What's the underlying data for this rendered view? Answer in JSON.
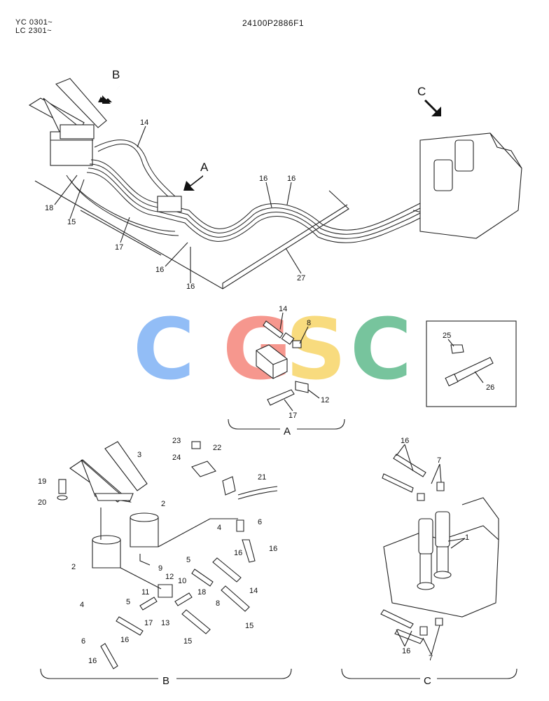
{
  "header": {
    "model_line1": "YC 0301~",
    "model_line2": "LC 2301~",
    "part_number": "24100P2886F1"
  },
  "watermark": {
    "text": "CGSC",
    "colors": [
      "#7fb2f5",
      "#f4857a",
      "#f7d567",
      "#5fba8c"
    ]
  },
  "arrows": {
    "a": "A",
    "b": "B",
    "c": "C"
  },
  "sections": {
    "a": "A",
    "b": "B",
    "c": "C"
  },
  "labels": {
    "main": [
      "14",
      "16",
      "16",
      "18",
      "15",
      "17",
      "16",
      "16",
      "27"
    ],
    "detail_a": [
      "14",
      "8",
      "12",
      "17"
    ],
    "inset": [
      "25",
      "26"
    ],
    "detail_b": [
      "3",
      "19",
      "20",
      "23",
      "22",
      "24",
      "21",
      "2",
      "2",
      "4",
      "6",
      "16",
      "9",
      "10",
      "16",
      "14",
      "18",
      "12",
      "11",
      "5",
      "4",
      "17",
      "13",
      "8",
      "15",
      "6",
      "16",
      "15",
      "16",
      "5"
    ],
    "detail_c": [
      "16",
      "7",
      "1",
      "16",
      "7"
    ]
  }
}
